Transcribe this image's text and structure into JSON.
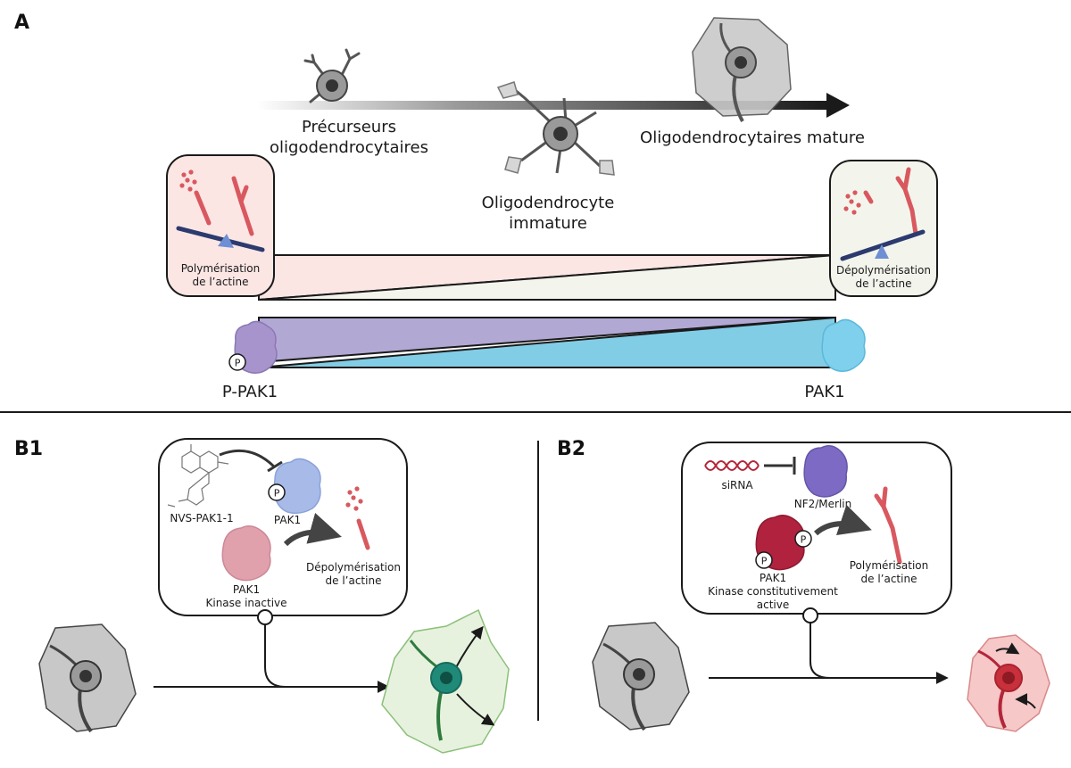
{
  "panels": {
    "a": {
      "letter": "A"
    },
    "b1": {
      "letter": "B1"
    },
    "b2": {
      "letter": "B2"
    }
  },
  "panel_a": {
    "stage_precursor_line1": "Précurseurs",
    "stage_precursor_line2": "oligodendrocytaires",
    "stage_immature_line1": "Oligodendrocyte",
    "stage_immature_line2": "immature",
    "stage_mature": "Oligodendrocytaires mature",
    "box_left_line1": "Polymérisation",
    "box_left_line2": "de l’actine",
    "box_right_line1": "Dépolymérisation",
    "box_right_line2": "de l’actine",
    "protein_left": "P-PAK1",
    "protein_right": "PAK1",
    "phospho_marker": "P"
  },
  "panel_b1": {
    "inhibitor": "NVS-PAK1-1",
    "target": "PAK1",
    "mutant_line1": "PAK1",
    "mutant_line2": "Kinase inactive",
    "effect_line1": "Dépolymérisation",
    "effect_line2": "de l’actine",
    "phospho_marker": "P"
  },
  "panel_b2": {
    "sirna": "siRNA",
    "target": "NF2/Merlin",
    "mutant_line1": "PAK1",
    "mutant_line2": "Kinase constitutivement",
    "mutant_line3": "active",
    "effect_line1": "Polymérisation",
    "effect_line2": "de l’actine",
    "phospho_marker": "P"
  },
  "colors": {
    "pink_band": "#fbe6e4",
    "cream_band": "#f3f5ec",
    "purple_band": "#b2a8d4",
    "cyan_band": "#82cde6",
    "actin_red": "#d9585f",
    "seesaw_navy": "#2c3a6e",
    "fulcrum_blue": "#6f8fd4",
    "cell_grey": "#c8c8c8",
    "cell_green": "#e6f2de",
    "nucleus_teal": "#1f8a78",
    "cell_pink": "#f6c8c8",
    "nucleus_red": "#c8303c"
  }
}
